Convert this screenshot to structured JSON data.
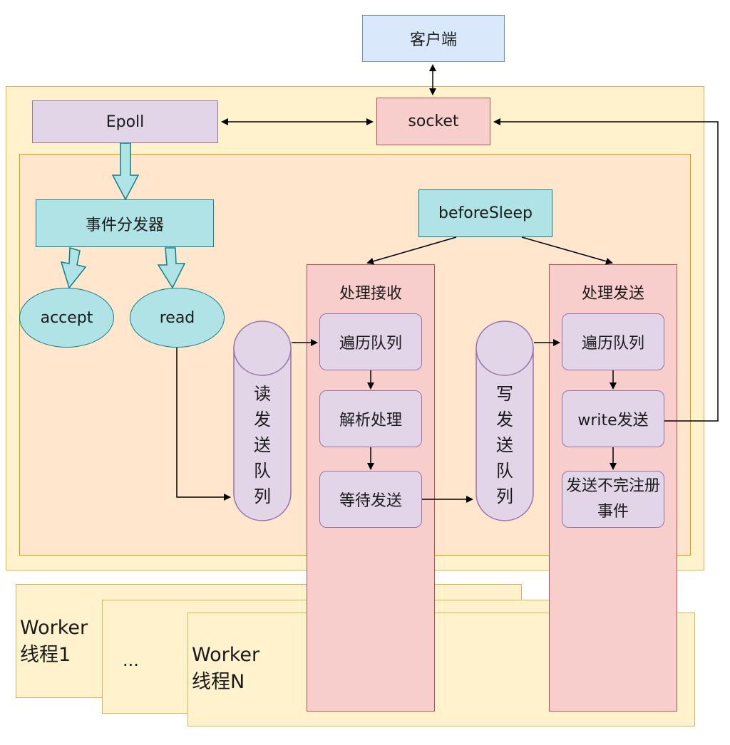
{
  "client": {
    "label": "客户端"
  },
  "epoll": {
    "label": "Epoll"
  },
  "socket": {
    "label": "socket"
  },
  "dispatcher": {
    "label": "事件分发器"
  },
  "accept": {
    "label": "accept"
  },
  "read": {
    "label": "read"
  },
  "before_sleep": {
    "label": "beforeSleep"
  },
  "read_queue": {
    "chars": [
      "读",
      "发",
      "送",
      "队",
      "列"
    ]
  },
  "write_queue": {
    "chars": [
      "写",
      "发",
      "送",
      "队",
      "列"
    ]
  },
  "receive_column": {
    "title": "处理接收",
    "steps": [
      "遍历队列",
      "解析处理",
      "等待发送"
    ]
  },
  "send_column": {
    "title": "处理发送",
    "steps": [
      "遍历队列",
      "write发送",
      "发送不完注册事件"
    ]
  },
  "workers": {
    "first": [
      "Worker",
      "线程1"
    ],
    "middle": "...",
    "last": [
      "Worker",
      "线程N"
    ]
  },
  "colors": {
    "container": "#fff2cc",
    "inner": "#ffe6cc",
    "client": "#dae8fc",
    "socket": "#f8cecc",
    "epoll": "#e1d5e7",
    "dispatcher": "#b0e3e6"
  }
}
